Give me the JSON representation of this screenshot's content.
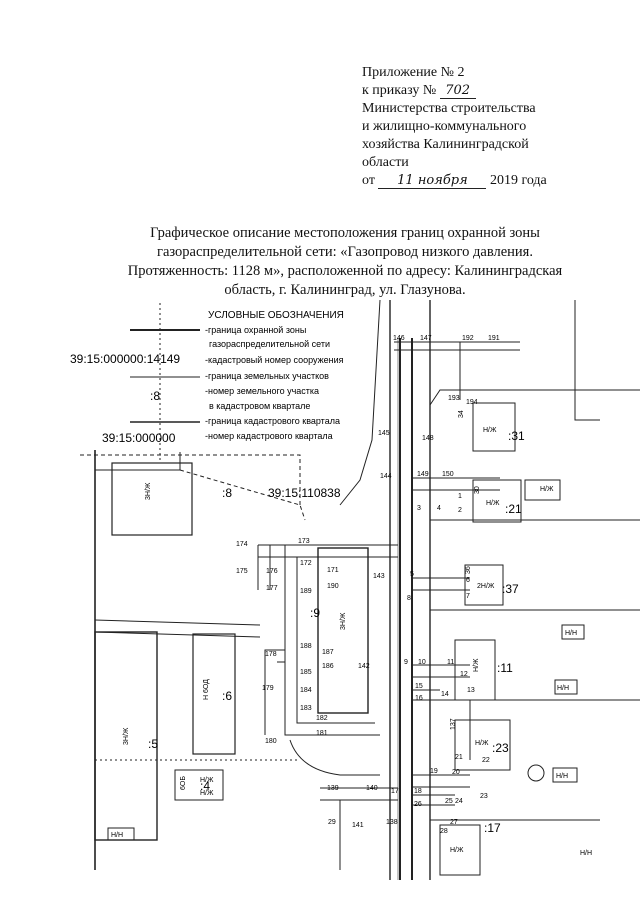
{
  "header": {
    "line1": "Приложение № 2",
    "order_prefix": "к приказу №",
    "order_number": "702",
    "line3": "Министерства строительства",
    "line4": "и жилищно-коммунального",
    "line5": "хозяйства Калининградской",
    "line6": "области",
    "date_prefix": "от",
    "date_handwritten": "11 ноября",
    "date_suffix": "2019 года"
  },
  "title": {
    "line1": "Графическое описание местоположения границ охранной зоны",
    "line2": "газораспределительной сети: «Газопровод низкого давления.",
    "line3": "Протяженность: 1128 м», расположенной по адресу: Калининградская",
    "line4": "область, г. Калининград, ул. Глазунова."
  },
  "legend": {
    "title": "УСЛОВНЫЕ ОБОЗНАЧЕНИЯ",
    "zone_line1": "-граница охранной зоны",
    "zone_line2": "газораспределительной сети",
    "cad_number_sample": "39:15:000000:14149",
    "cad_number_desc": "-кадастровый номер сооружения",
    "land_border_desc": "-граница земельных участков",
    "plot_number_sample": ":8",
    "plot_number_desc1": "-номер земельного участка",
    "plot_number_desc2": "в кадастровом квартале",
    "quarter_border_desc": "-граница кадастрового квартала",
    "quarter_sample": "39:15:000000",
    "quarter_desc": "-номер кадастрового квартала"
  },
  "map": {
    "quarter_label": "39:15:110838",
    "plots": [
      ":8",
      ":9",
      ":6",
      ":5",
      ":4",
      ":31",
      ":21",
      ":37",
      ":11",
      ":23",
      ":17"
    ],
    "buildings": [
      "3Н/Ж",
      "3Н/Ж",
      "Н 6ОД",
      "3Н/Ж",
      "Н/Ж",
      "Н/Ж",
      "Н/Ж",
      "2Н/Ж",
      "Н/Ж",
      "Н/Ж",
      "Н/Ж",
      "Н/Ж",
      "Н/Н",
      "Н/Н",
      "Н/Н",
      "Н/Н",
      "Н/Н",
      "Н/Ж",
      "6ОБ"
    ],
    "points": [
      "146",
      "147",
      "192",
      "191",
      "193",
      "194",
      "145",
      "148",
      "144",
      "149",
      "150",
      "3",
      "4",
      "1",
      "2",
      "5",
      "6",
      "7",
      "8",
      "143",
      "174",
      "173",
      "172",
      "171",
      "175",
      "176",
      "177",
      "190",
      "189",
      "188",
      "187",
      "186",
      "178",
      "179",
      "185",
      "184",
      "183",
      "182",
      "181",
      "180",
      "142",
      "9",
      "10",
      "11",
      "12",
      "13",
      "14",
      "15",
      "16",
      "17",
      "18",
      "19",
      "20",
      "21",
      "22",
      "23",
      "24",
      "25",
      "26",
      "27",
      "28",
      "29",
      "139",
      "140",
      "141",
      "138",
      "137",
      "30",
      "36",
      "34",
      "38"
    ]
  }
}
